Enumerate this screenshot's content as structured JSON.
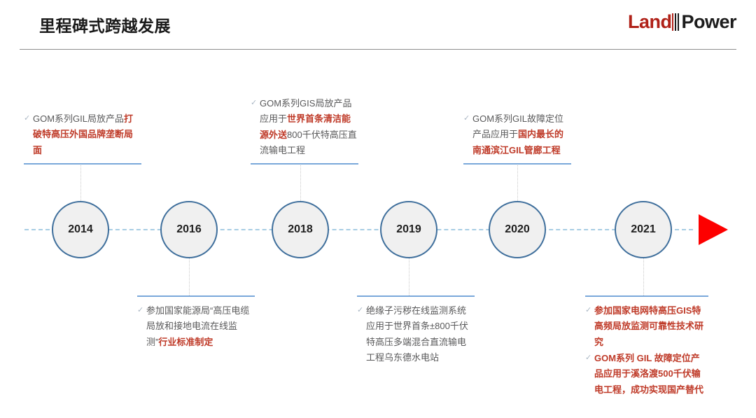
{
  "header": {
    "title": "里程碑式跨越发展",
    "logo": {
      "part1": "Land",
      "part2": "Power"
    }
  },
  "timeline": {
    "arrow_color": "#fd0000",
    "axis_color": "#a8cde4",
    "node_border_color": "#3f6f9c",
    "rule_color": "#7aa8da",
    "highlight_color": "#bf3a28",
    "tick_icon": "✓",
    "nodes": [
      {
        "year": "2014"
      },
      {
        "year": "2016"
      },
      {
        "year": "2018"
      },
      {
        "year": "2019"
      },
      {
        "year": "2020"
      },
      {
        "year": "2021"
      }
    ],
    "callouts": [
      {
        "year": "2014",
        "position": "above",
        "bullets": [
          {
            "segments": [
              {
                "text": "GOM系列GIL局放产品",
                "highlight": false
              },
              {
                "text": "打破特高压外国品牌垄断局面",
                "highlight": true
              }
            ]
          }
        ]
      },
      {
        "year": "2016",
        "position": "below",
        "bullets": [
          {
            "segments": [
              {
                "text": "参加国家能源局“高压电缆局放和接地电流在线监测”",
                "highlight": false
              },
              {
                "text": "行业标准制定",
                "highlight": true
              }
            ]
          }
        ]
      },
      {
        "year": "2018",
        "position": "above",
        "bullets": [
          {
            "segments": [
              {
                "text": "GOM系列GIS局放产品应用于",
                "highlight": false
              },
              {
                "text": "世界首条清洁能源外送",
                "highlight": true
              },
              {
                "text": "800千伏特高压直流输电工程",
                "highlight": false
              }
            ]
          }
        ]
      },
      {
        "year": "2019",
        "position": "below",
        "bullets": [
          {
            "segments": [
              {
                "text": "绝缘子污秽在线监测系统应用于世界首条±800千伏特高压多端混合直流输电工程乌东德水电站",
                "highlight": false
              }
            ]
          }
        ]
      },
      {
        "year": "2020",
        "position": "above",
        "bullets": [
          {
            "segments": [
              {
                "text": "GOM系列GIL故障定位产品应用于",
                "highlight": false
              },
              {
                "text": "国内最长的南通滨江GIL管廊工程",
                "highlight": true
              }
            ]
          }
        ]
      },
      {
        "year": "2021",
        "position": "below",
        "bullets": [
          {
            "segments": [
              {
                "text": "参加国家电网特高压GIS特高频局放监测可靠性技术研究",
                "highlight": true
              }
            ]
          },
          {
            "segments": [
              {
                "text": "GOM系列 GIL 故障定位产品应用于溪洛渡500千伏输电工程，成功实现国产替代",
                "highlight": true
              }
            ]
          }
        ]
      }
    ]
  }
}
